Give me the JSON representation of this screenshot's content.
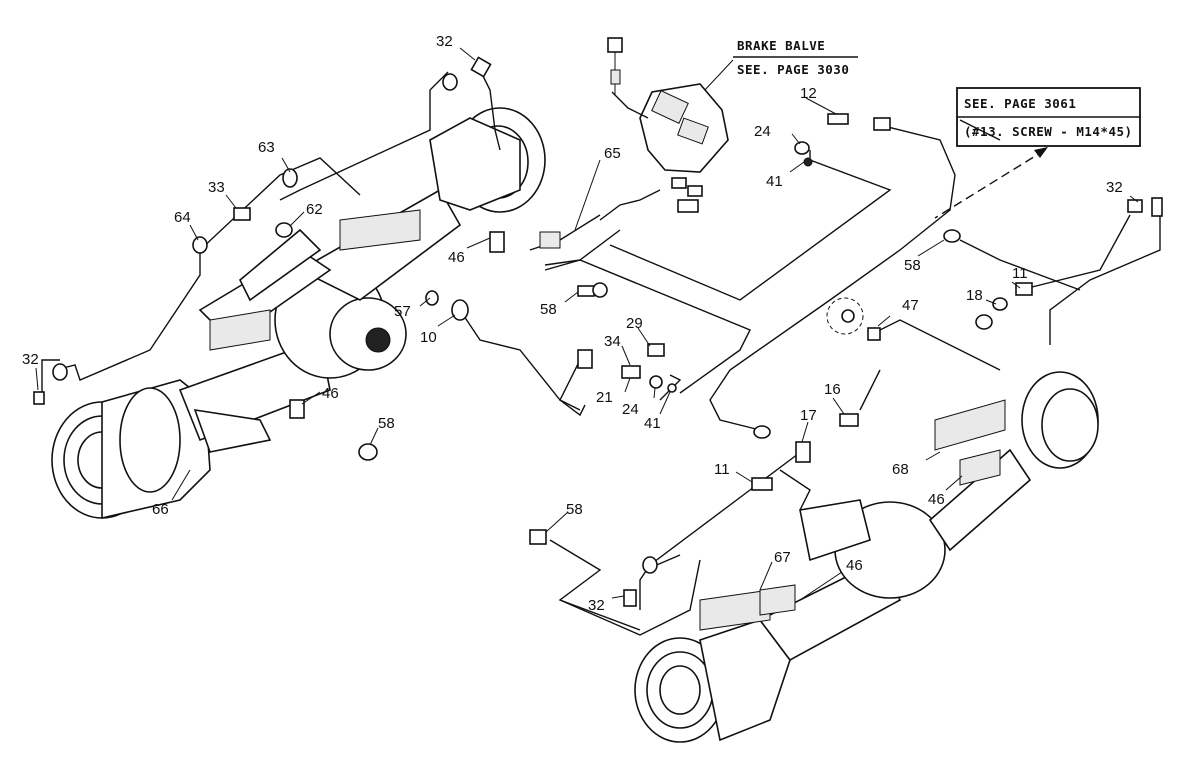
{
  "notes": {
    "brake_valve_title": "BRAKE BALVE",
    "brake_valve_page": "SEE. PAGE 3030",
    "box_line1": "SEE. PAGE 3061",
    "box_line2": "(#13. SCREW - M14*45)"
  },
  "callouts": [
    {
      "id": "c32a",
      "text": "32"
    },
    {
      "id": "c63",
      "text": "63"
    },
    {
      "id": "c33",
      "text": "33"
    },
    {
      "id": "c62",
      "text": "62"
    },
    {
      "id": "c64",
      "text": "64"
    },
    {
      "id": "c32b",
      "text": "32"
    },
    {
      "id": "c46a",
      "text": "46"
    },
    {
      "id": "c65",
      "text": "65"
    },
    {
      "id": "c57",
      "text": "57"
    },
    {
      "id": "c10",
      "text": "10"
    },
    {
      "id": "c58a",
      "text": "58"
    },
    {
      "id": "c29",
      "text": "29"
    },
    {
      "id": "c34",
      "text": "34"
    },
    {
      "id": "c21",
      "text": "21"
    },
    {
      "id": "c24a",
      "text": "24"
    },
    {
      "id": "c41a",
      "text": "41"
    },
    {
      "id": "c46b",
      "text": "46"
    },
    {
      "id": "c58b",
      "text": "58"
    },
    {
      "id": "c66",
      "text": "66"
    },
    {
      "id": "c12",
      "text": "12"
    },
    {
      "id": "c24b",
      "text": "24"
    },
    {
      "id": "c41b",
      "text": "41"
    },
    {
      "id": "c32c",
      "text": "32"
    },
    {
      "id": "c58c",
      "text": "58"
    },
    {
      "id": "c11a",
      "text": "11"
    },
    {
      "id": "c18",
      "text": "18"
    },
    {
      "id": "c47",
      "text": "47"
    },
    {
      "id": "c16",
      "text": "16"
    },
    {
      "id": "c17",
      "text": "17"
    },
    {
      "id": "c11b",
      "text": "11"
    },
    {
      "id": "c68",
      "text": "68"
    },
    {
      "id": "c46c",
      "text": "46"
    },
    {
      "id": "c58d",
      "text": "58"
    },
    {
      "id": "c67",
      "text": "67"
    },
    {
      "id": "c46d",
      "text": "46"
    },
    {
      "id": "c32d",
      "text": "32"
    }
  ]
}
